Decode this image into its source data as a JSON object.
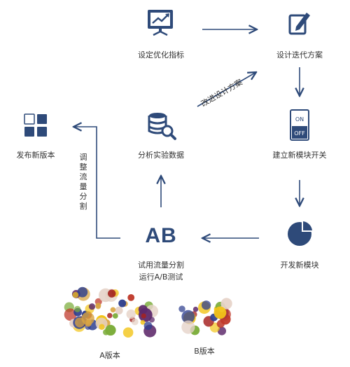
{
  "nodes": {
    "set_metrics": "设定优化指标",
    "design_iteration": "设计迭代方案",
    "build_switch": "建立新模块开关",
    "develop_module": "开发新模块",
    "ab_test_line1": "试用流量分割",
    "ab_test_line2": "运行A/B测试",
    "analyze_data": "分析实验数据",
    "release_version": "发布新版本"
  },
  "labels": {
    "improve_design": "改进设计方案",
    "adjust_traffic": "调整流量分割",
    "ab_text": "AB",
    "switch_on": "ON",
    "switch_off": "OFF"
  },
  "versions": {
    "a": "A版本",
    "b": "B版本"
  },
  "colors": {
    "accent": "#2e4a79",
    "bubbles": [
      "#2e3f8f",
      "#a5211f",
      "#f2c418",
      "#7cad3b",
      "#e6d3c8",
      "#5e2a6b",
      "#c0392b",
      "#d9a441"
    ]
  }
}
